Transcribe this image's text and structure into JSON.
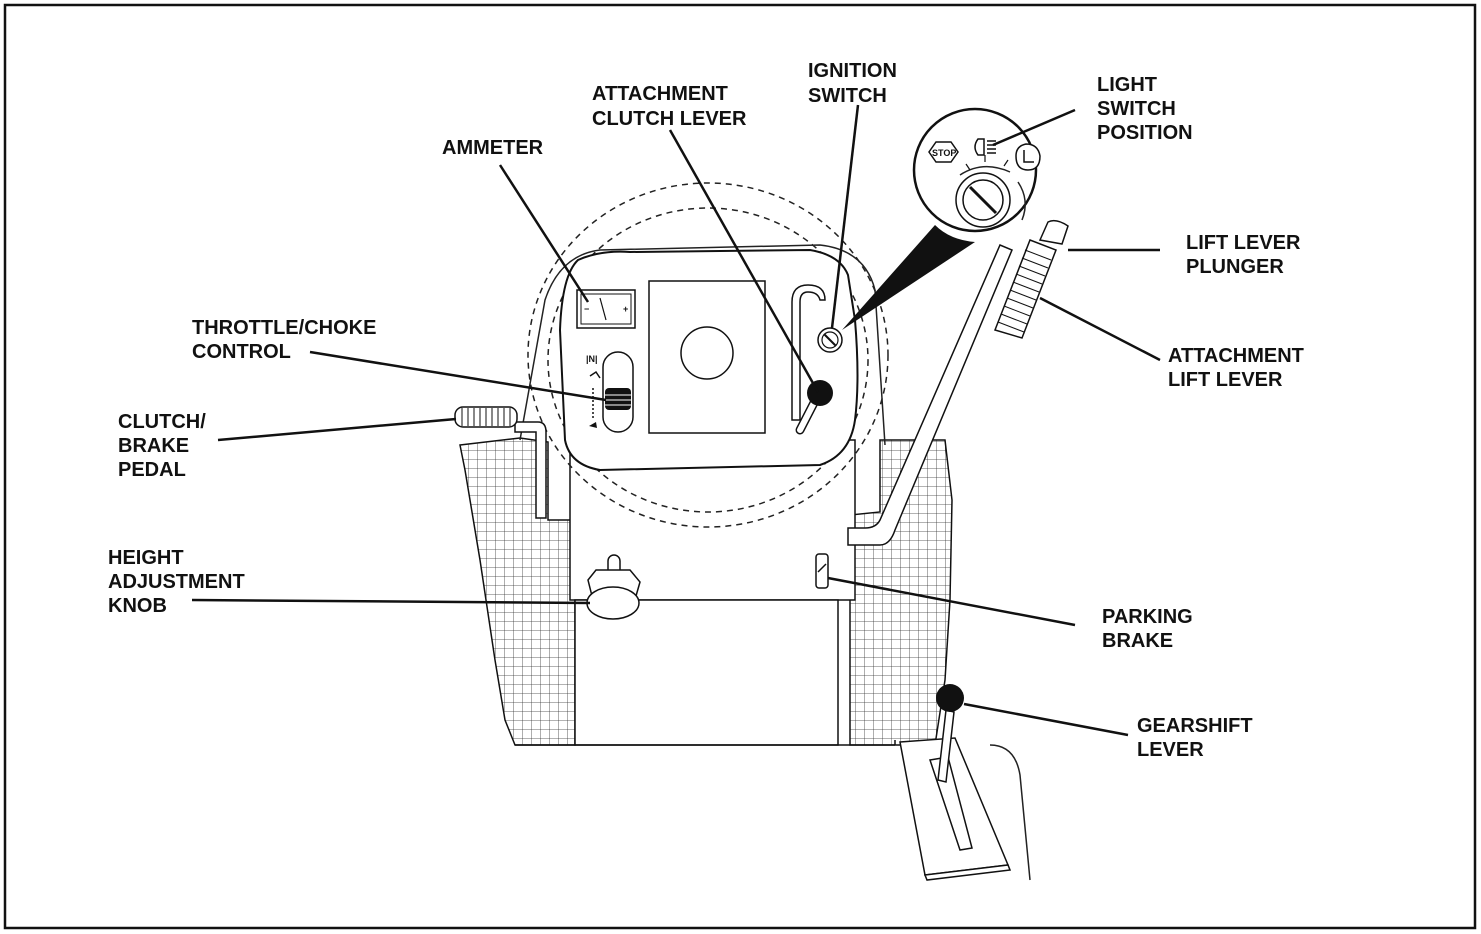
{
  "labels": {
    "ammeter": [
      "AMMETER"
    ],
    "attachment_clutch_lever": [
      "ATTACHMENT",
      "CLUTCH LEVER"
    ],
    "ignition_switch": [
      "IGNITION",
      "SWITCH"
    ],
    "light_switch_position": [
      "LIGHT",
      "SWITCH",
      "POSITION"
    ],
    "lift_lever_plunger": [
      "LIFT LEVER",
      "PLUNGER"
    ],
    "attachment_lift_lever": [
      "ATTACHMENT",
      "LIFT LEVER"
    ],
    "throttle_choke_control": [
      "THROTTLE/CHOKE",
      "CONTROL"
    ],
    "clutch_brake_pedal": [
      "CLUTCH/",
      "BRAKE",
      "PEDAL"
    ],
    "height_adjustment_knob": [
      "HEIGHT",
      "ADJUSTMENT",
      "KNOB"
    ],
    "parking_brake": [
      "PARKING",
      "BRAKE"
    ],
    "gearshift_lever": [
      "GEARSHIFT",
      "LEVER"
    ]
  },
  "icons": {
    "stop": "STOP",
    "ammeter_minus": "−",
    "ammeter_plus": "+"
  }
}
